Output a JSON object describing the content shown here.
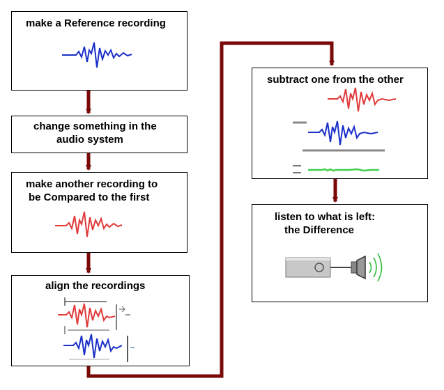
{
  "steps": {
    "reference": {
      "text": "make a Reference recording"
    },
    "change": {
      "line1": "change something in the",
      "line2": "audio system"
    },
    "another": {
      "line1": "make another recording to",
      "line2": "be Compared to the first"
    },
    "align": {
      "text": "align the recordings"
    },
    "subtract": {
      "text": "subtract one from the other"
    },
    "listen": {
      "line1": "listen to what is left:",
      "line2": "the Difference"
    }
  },
  "colors": {
    "arrow": "#7a0a0a",
    "reference_wave": "#1a2fc8",
    "compared_wave": "#e03a3a",
    "difference_wave": "#3fcf4a",
    "speaker_waves": "#2fbf3a",
    "speaker_body": "#c8c8c8"
  },
  "icons": {
    "speaker": "speaker-icon",
    "sound_waves": "sound-waves-icon"
  }
}
